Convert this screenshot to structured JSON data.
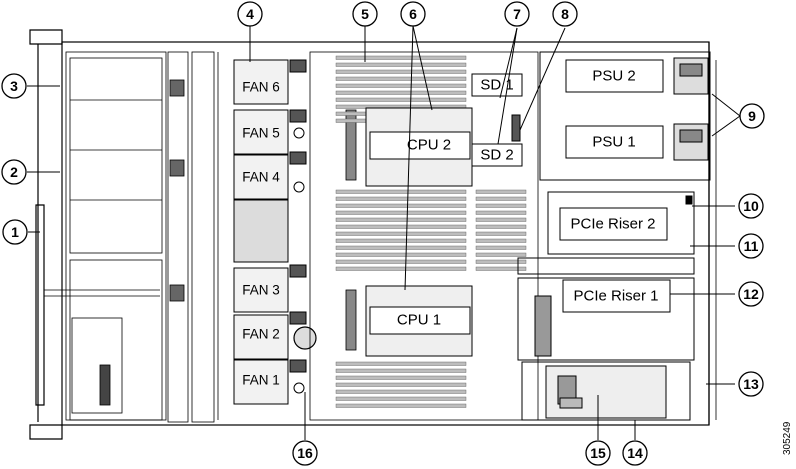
{
  "figure_id": "305249",
  "components": {
    "fan6": "FAN 6",
    "fan5": "FAN 5",
    "fan4": "FAN 4",
    "fan3": "FAN 3",
    "fan2": "FAN 2",
    "fan1": "FAN 1",
    "cpu2": "CPU 2",
    "cpu1": "CPU 1",
    "sd1": "SD 1",
    "sd2": "SD 2",
    "psu2": "PSU 2",
    "psu1": "PSU 1",
    "riser2": "PCIe Riser 2",
    "riser1": "PCIe Riser 1"
  },
  "callouts": [
    "1",
    "2",
    "3",
    "4",
    "5",
    "6",
    "7",
    "8",
    "9",
    "10",
    "11",
    "12",
    "13",
    "14",
    "15",
    "16"
  ],
  "colors": {
    "line": "#000000",
    "chassis_fill": "#ffffff",
    "module_fill": "#e6e6e6",
    "dimm_fill": "#bdbdbd"
  }
}
